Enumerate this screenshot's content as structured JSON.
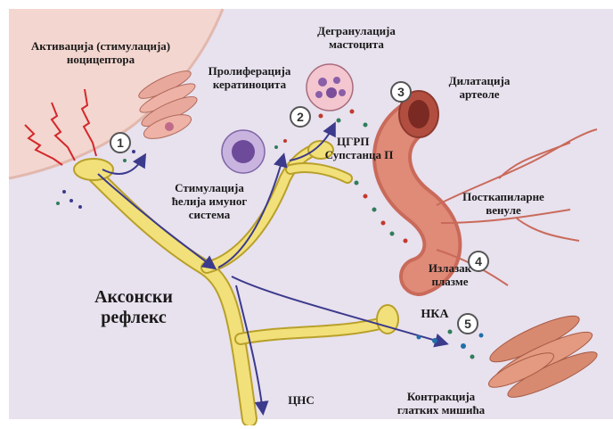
{
  "labels": {
    "activation": [
      "Активација (стимулација)",
      "ноцицептора"
    ],
    "mast_cell": [
      "Дегранулација",
      "мастоцита"
    ],
    "keratinocyte": [
      "Пролиферација",
      "кератиноцита"
    ],
    "arteriole": [
      "Дилатација",
      "артеоле"
    ],
    "cgrp": "ЦГРП",
    "substance_p": "Супстанца П",
    "immune": [
      "Стимулација",
      "ћелија имуног",
      "система"
    ],
    "venule": [
      "Посткапиларне",
      "венуле"
    ],
    "axon_reflex": [
      "Аксонски",
      "рефлекс"
    ],
    "plasma": [
      "Излазак",
      "плазме"
    ],
    "nka": "НКА",
    "smooth_muscle": [
      "Контракција",
      "глатких мишића"
    ],
    "cns": "ЦНС"
  },
  "steps": [
    "1",
    "2",
    "3",
    "4",
    "5"
  ],
  "colors": {
    "skin": "#f2d7cf",
    "tissue": "#e7e0ee",
    "nerve": "#f2e07a",
    "nerve_outline": "#b8a02a",
    "arrow": "#3b3a8c",
    "vessel": "#d8776a",
    "lightning": "#d4282c",
    "muscle": "#d88a70"
  }
}
